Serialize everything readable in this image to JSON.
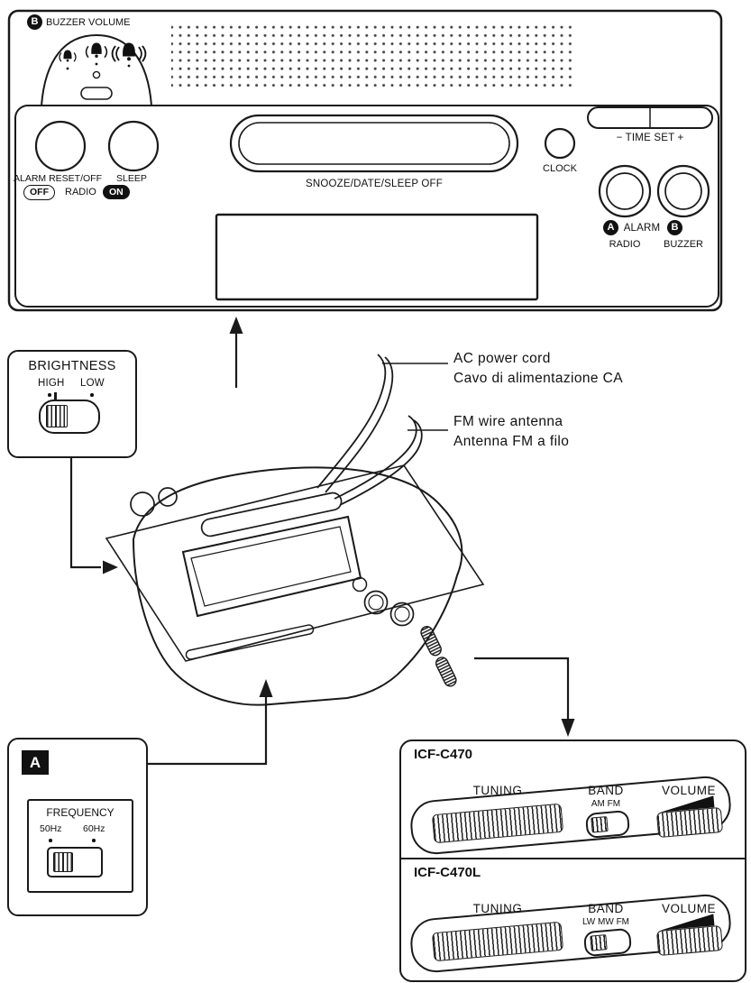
{
  "top_panel": {
    "buzzer_badge": "B",
    "buzzer_volume": "BUZZER VOLUME",
    "alarm_reset": "ALARM RESET/OFF",
    "sleep": "SLEEP",
    "off": "OFF",
    "radio": "RADIO",
    "on": "ON",
    "snooze": "SNOOZE/DATE/SLEEP OFF",
    "clock": "CLOCK",
    "time_set": "− TIME SET +",
    "alarm_a_badge": "A",
    "alarm": "ALARM",
    "alarm_b_badge": "B",
    "radio_knob": "RADIO",
    "buzzer_knob": "BUZZER"
  },
  "brightness": {
    "title": "BRIGHTNESS",
    "high": "HIGH",
    "low": "LOW"
  },
  "callouts": {
    "ac_en": "AC power cord",
    "ac_it": "Cavo di alimentazione CA",
    "fm_en": "FM wire antenna",
    "fm_it": "Antenna FM a filo"
  },
  "frequency": {
    "badge": "A",
    "title": "FREQUENCY",
    "hz50": "50Hz",
    "hz60": "60Hz"
  },
  "side_panel": {
    "labels": {
      "tuning": "TUNING",
      "band": "BAND",
      "volume": "VOLUME"
    },
    "models": [
      {
        "name": "ICF-C470",
        "bands": "AM FM"
      },
      {
        "name": "ICF-C470L",
        "bands": "LW MW FM"
      }
    ]
  },
  "colors": {
    "line": "#1a1a1a",
    "text": "#111111",
    "background": "#ffffff"
  }
}
